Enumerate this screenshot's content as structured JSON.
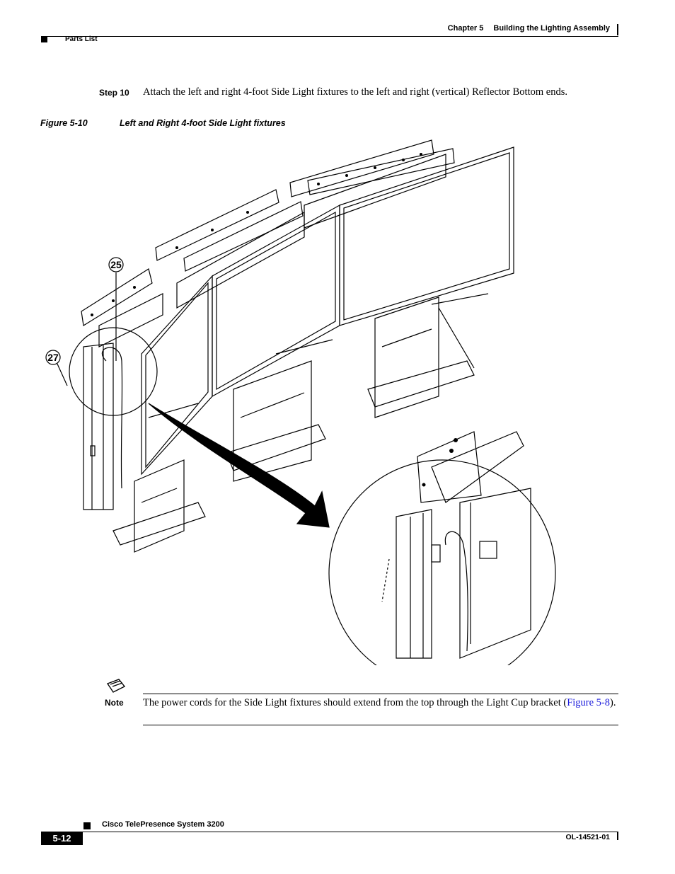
{
  "header": {
    "chapter": "Chapter 5",
    "chapter_title": "Building the Lighting Assembly",
    "section": "Parts List"
  },
  "step": {
    "label": "Step 10",
    "text": "Attach the left and right 4-foot Side Light fixtures to the left and right (vertical) Reflector Bottom ends."
  },
  "figure": {
    "number": "Figure 5-10",
    "title": "Left and Right 4-foot Side Light fixtures",
    "callouts": [
      "25",
      "27"
    ]
  },
  "note": {
    "label": "Note",
    "text_before": "The power cords for the Side Light fixtures should extend from the top through the Light Cup bracket (",
    "link": "Figure 5-8",
    "text_after": ")."
  },
  "footer": {
    "title": "Cisco TelePresence System 3200",
    "page": "5-12",
    "doc_id": "OL-14521-01"
  }
}
